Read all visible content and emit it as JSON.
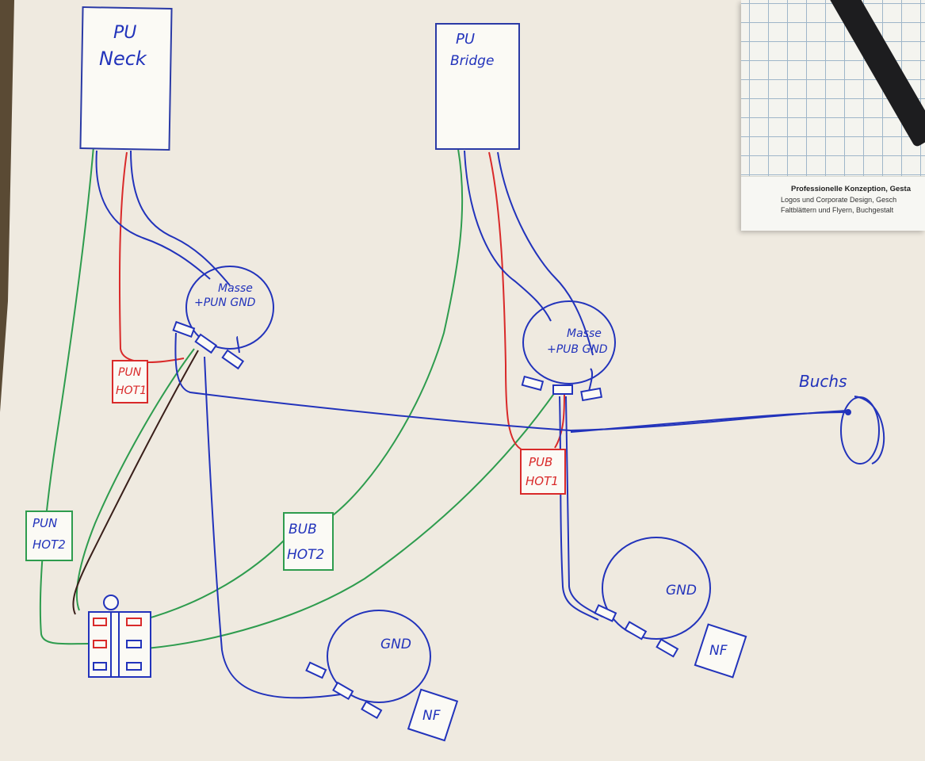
{
  "diagram": {
    "pickup_neck": {
      "line1": "PU",
      "line2": "Neck"
    },
    "pickup_bridge": {
      "line1": "PU",
      "line2": "Bridge"
    },
    "pot_neck": {
      "line1": "Masse",
      "line2": "+PUN GND"
    },
    "pot_bridge": {
      "line1": "Masse",
      "line2": "+PUB GND"
    },
    "label_pun_hot1": {
      "line1": "PUN",
      "line2": "HOT1"
    },
    "label_pub_hot1": {
      "line1": "PUB",
      "line2": "HOT1"
    },
    "label_pun_hot2": {
      "line1": "PUN",
      "line2": "HOT2"
    },
    "label_bub_hot2": {
      "line1": "BUB",
      "line2": "HOT2"
    },
    "jack_label": "Buchs",
    "tone_pot_left": {
      "gnd": "GND",
      "nf": "NF"
    },
    "tone_pot_right": {
      "gnd": "GND",
      "nf": "NF"
    }
  },
  "notepad": {
    "line1": "Professionelle Konzeption, Gesta",
    "line2": "Logos und Corporate Design, Gesch",
    "line3": "Faltblättern und Flyern, Buchgestalt"
  },
  "colors": {
    "paper": "#efeae0",
    "blue_wire": "#2233bb",
    "red_wire": "#d92a2a",
    "green_wire": "#2e9c4e"
  }
}
